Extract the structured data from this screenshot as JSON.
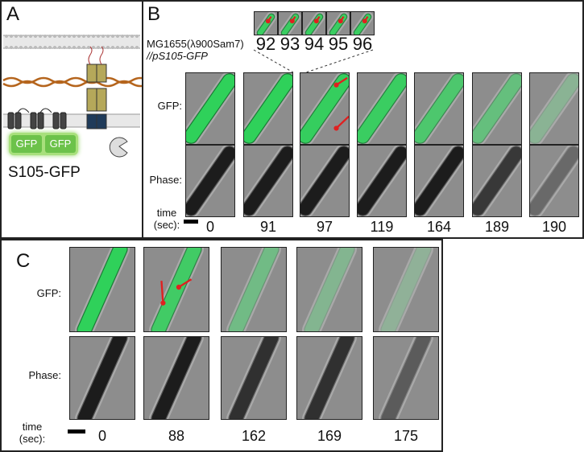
{
  "panel_a": {
    "letter": "A",
    "gfp_box_1": "GFP",
    "gfp_box_2": "GFP",
    "construct_name": "S105-GFP"
  },
  "panel_b": {
    "letter": "B",
    "strain_line1": "MG1655(λ900Sam7)",
    "strain_line2": "//pS105-GFP",
    "mini_times": [
      "92",
      "93",
      "94",
      "95",
      "96"
    ],
    "row_gfp": "GFP:",
    "row_phase": "Phase:",
    "time_label_1": "time",
    "time_label_2": "(sec):",
    "times": [
      "0",
      "91",
      "97",
      "119",
      "164",
      "189",
      "190"
    ]
  },
  "panel_c": {
    "letter": "C",
    "row_gfp": "GFP:",
    "row_phase": "Phase:",
    "time_label_1": "time",
    "time_label_2": "(sec):",
    "times": [
      "0",
      "88",
      "162",
      "169",
      "175"
    ]
  },
  "colors": {
    "gfp_green": "#2fd15a",
    "arrow_red": "#e02020",
    "background_gray": "#8b8b8b",
    "gfp_box_fill": "#6cc24a"
  }
}
